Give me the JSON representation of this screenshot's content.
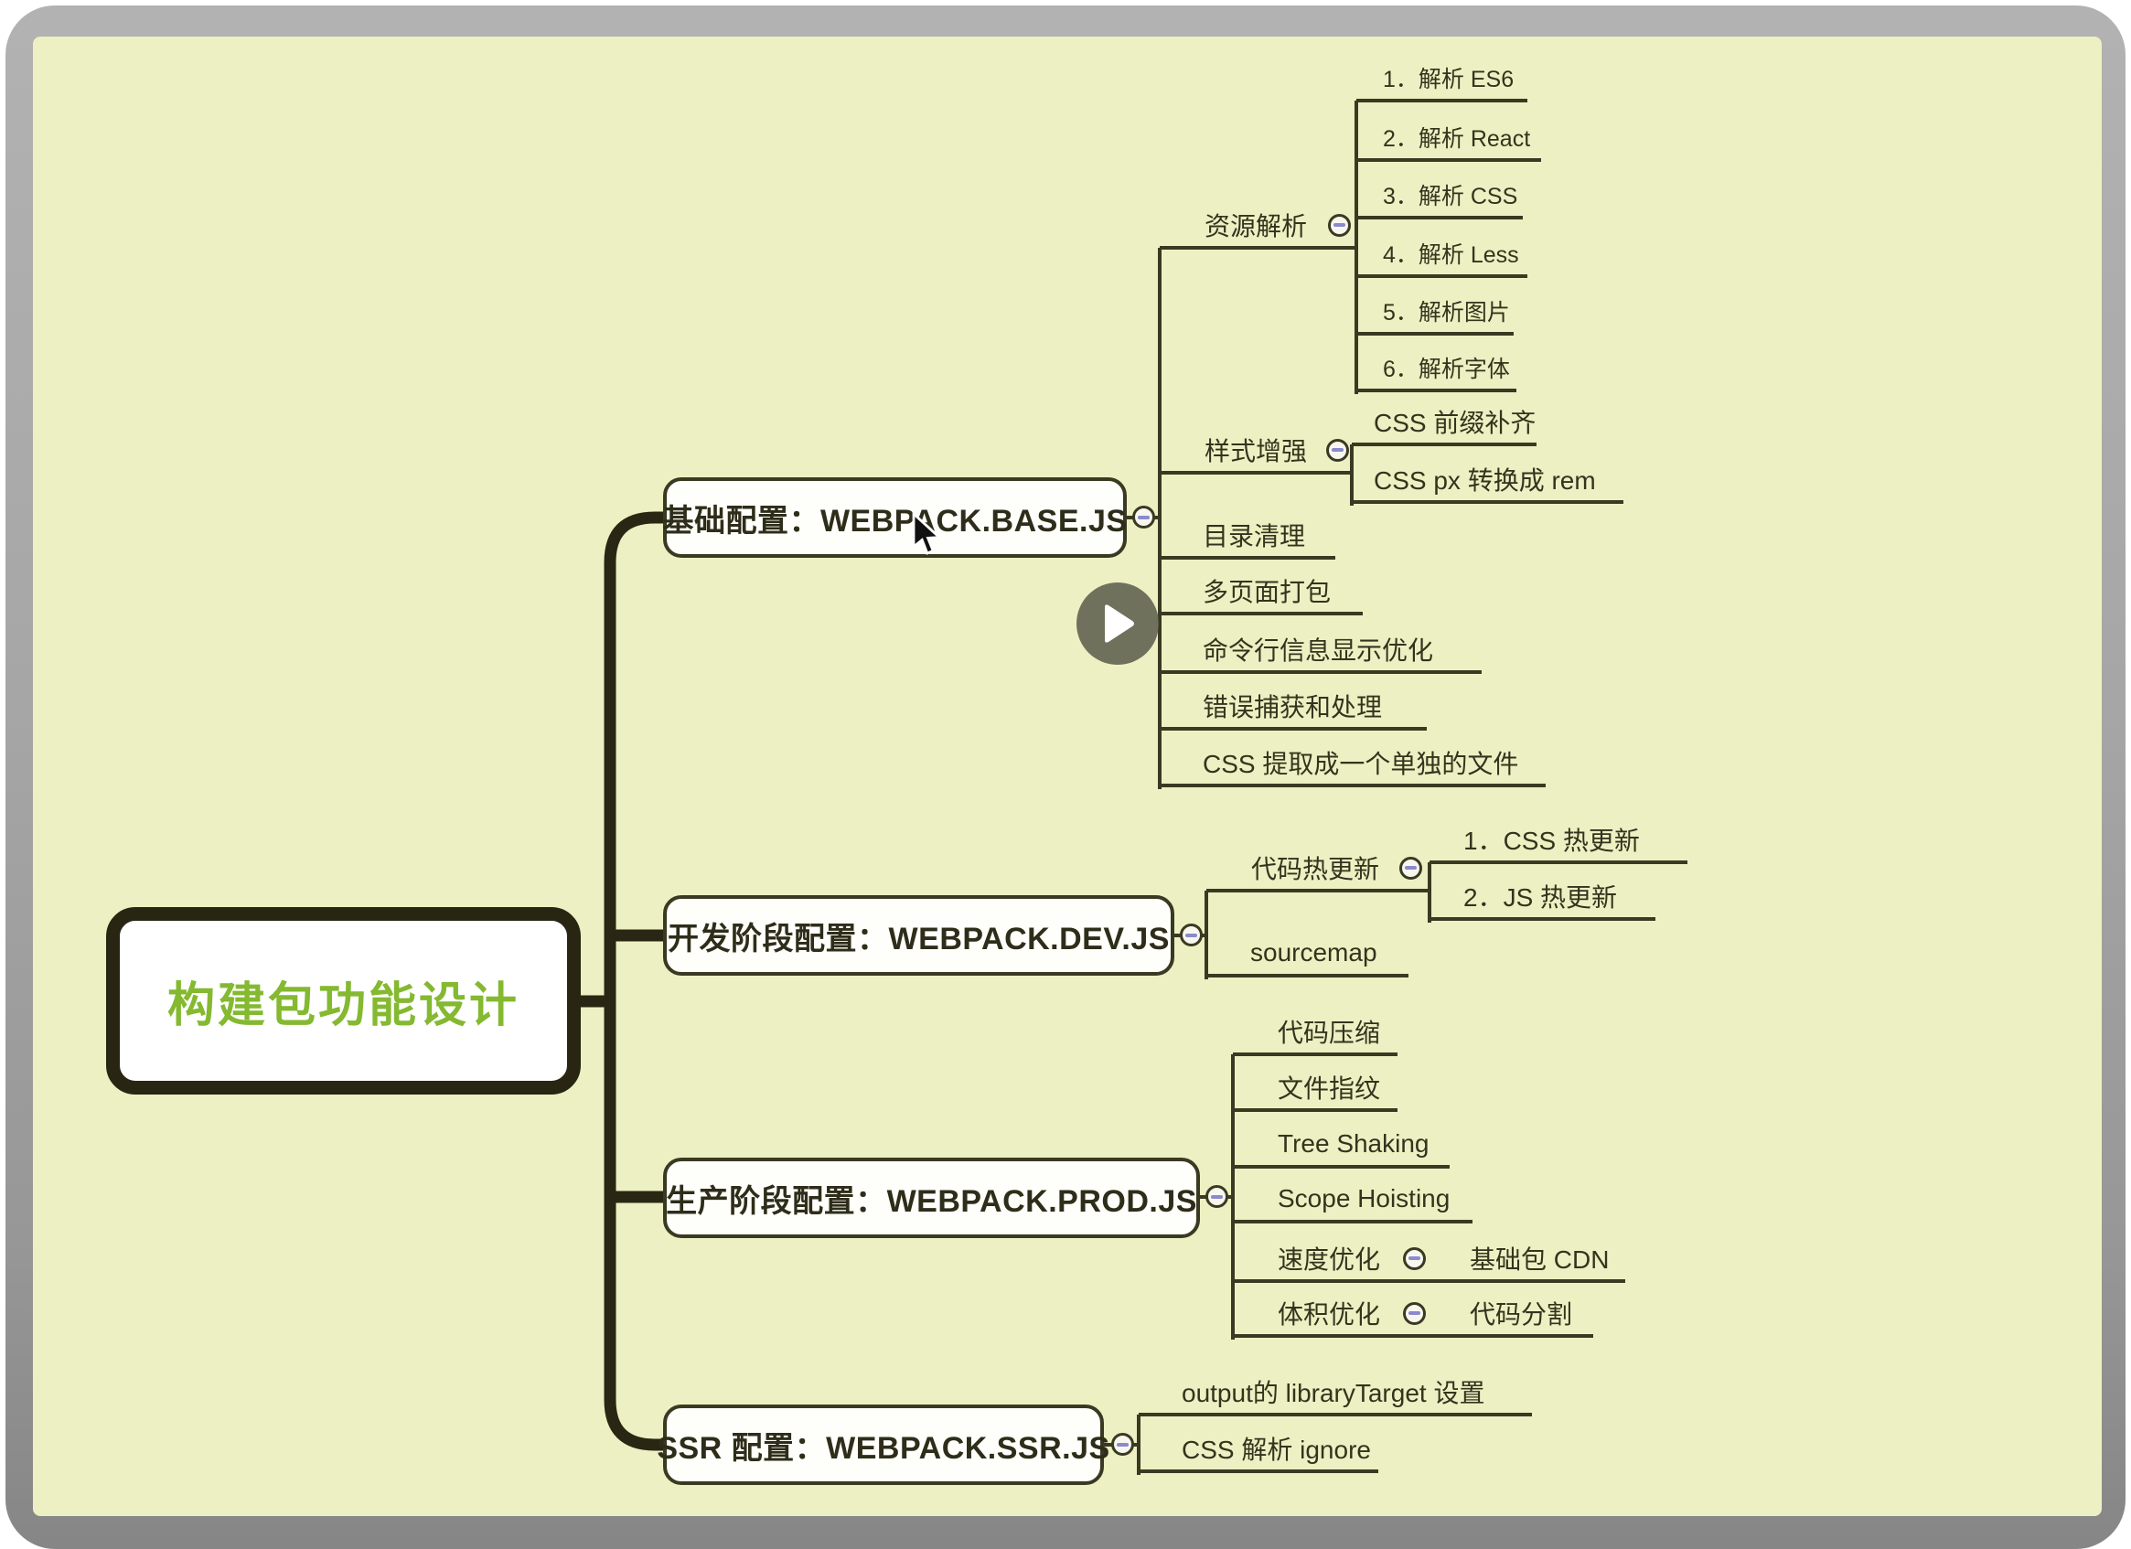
{
  "map": {
    "root_label": "构建包功能设计",
    "branch1": {
      "label": "基础配置：WEBPACK.BASE.JS",
      "res": {
        "label": "资源解析",
        "items": [
          "1．解析 ES6",
          "2．解析 React",
          "3．解析 CSS",
          "4．解析 Less",
          "5．解析图片",
          "6．解析字体"
        ]
      },
      "style": {
        "label": "样式增强",
        "items": [
          "CSS 前缀补齐",
          "CSS px 转换成 rem"
        ]
      },
      "others": [
        "目录清理",
        "多页面打包",
        "命令行信息显示优化",
        "错误捕获和处理",
        "CSS 提取成一个单独的文件"
      ]
    },
    "branch2": {
      "label": "开发阶段配置：WEBPACK.DEV.JS",
      "hot": {
        "label": "代码热更新",
        "items": [
          "1．CSS 热更新",
          "2．JS 热更新"
        ]
      },
      "sourcemap": "sourcemap"
    },
    "branch3": {
      "label": "生产阶段配置：WEBPACK.PROD.JS",
      "items": [
        "代码压缩",
        "文件指纹",
        "Tree Shaking",
        "Scope Hoisting"
      ],
      "speed": {
        "label": "速度优化",
        "child": "基础包 CDN"
      },
      "volume": {
        "label": "体积优化",
        "child": "代码分割"
      }
    },
    "branch4": {
      "label": "SSR 配置：WEBPACK.SSR.JS",
      "items": [
        "output的 libraryTarget 设置",
        "CSS 解析 ignore"
      ]
    }
  },
  "icons": {
    "collapse_icon": "minus-circle",
    "play_icon": "play-triangle",
    "cursor_icon": "mouse-pointer"
  },
  "colors": {
    "canvas_bg": "#edf0c2",
    "accent_green": "#84b930",
    "line": "#3a3922",
    "spine": "#292713",
    "minus_accent": "#8a8acc",
    "play_bg": "#5f5f4e",
    "frame_gray": "#a5a5a5"
  }
}
